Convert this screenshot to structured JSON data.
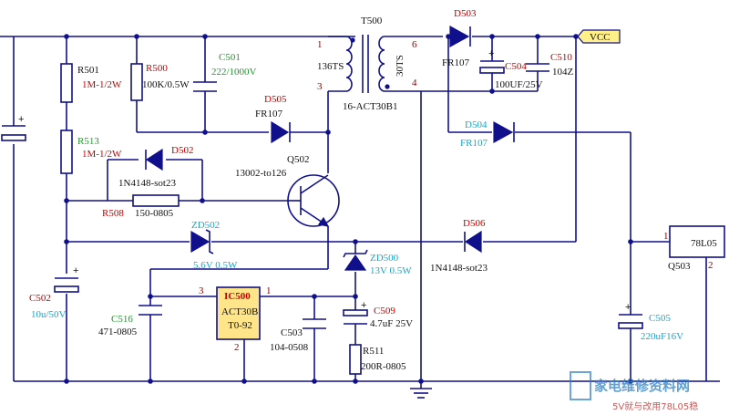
{
  "transformer": {
    "ref": "T500",
    "turns_primary": "136TS",
    "turns_secondary": "30TS",
    "part": "16-ACT30B1",
    "pin1": "1",
    "pin3": "3",
    "pin6": "6",
    "pin4": "4"
  },
  "vcc": {
    "label": "VCC"
  },
  "components": {
    "r501": {
      "ref": "R501",
      "value": "1M-1/2W"
    },
    "r513": {
      "ref": "R513",
      "value": "1M-1/2W"
    },
    "r500": {
      "ref": "R500",
      "value": "100K/0.5W"
    },
    "c501": {
      "ref": "C501",
      "value": "222/1000V"
    },
    "d505": {
      "ref": "D505",
      "value": "FR107"
    },
    "d502": {
      "ref": "D502",
      "value": "1N4148-sot23"
    },
    "q502": {
      "ref": "Q502",
      "value": "13002-to126"
    },
    "r508": {
      "ref": "R508",
      "value": "150-0805"
    },
    "zd502": {
      "ref": "ZD502",
      "value": "5.6V 0.5W"
    },
    "zd500": {
      "ref": "ZD500",
      "value": "13V 0.5W"
    },
    "c502": {
      "ref": "C502",
      "value": "10u/50V"
    },
    "c516": {
      "ref": "C516",
      "value": "471-0805"
    },
    "ic500": {
      "ref": "IC500",
      "part": "ACT30B",
      "package": "T0-92",
      "pin3": "3",
      "pin1": "1",
      "pin2": "2"
    },
    "c503": {
      "ref": "C503",
      "value": "104-0508"
    },
    "c509": {
      "ref": "C509",
      "value": "4.7uF 25V"
    },
    "r511": {
      "ref": "R511",
      "value": "200R-0805"
    },
    "d503": {
      "ref": "D503",
      "value": "FR107"
    },
    "c504": {
      "ref": "C504",
      "value": "100UF/25V"
    },
    "c510": {
      "ref": "C510",
      "value": "104Z"
    },
    "d504": {
      "ref": "D504",
      "value": "FR107"
    },
    "d506": {
      "ref": "D506",
      "value": "1N4148-sot23"
    },
    "c505": {
      "ref": "C505",
      "value": "220uF16V"
    },
    "q503": {
      "ref": "Q503",
      "value": "78L05",
      "pin1": "1",
      "pin2": "2"
    }
  },
  "watermark": {
    "title": "家电维修资料网",
    "subtitle": "5V就与改用78L05稳"
  }
}
